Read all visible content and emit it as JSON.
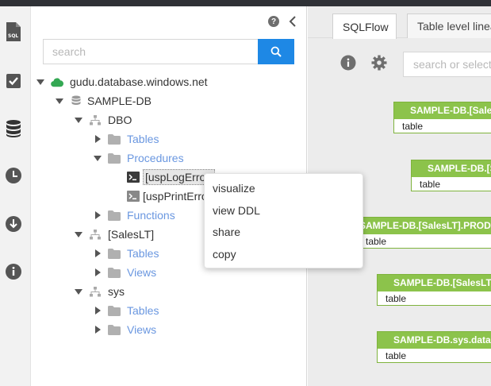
{
  "tree_panel": {
    "search_placeholder": "search",
    "nodes": [
      {
        "label": "gudu.database.windows.net"
      },
      {
        "label": "SAMPLE-DB"
      },
      {
        "label": "DBO"
      },
      {
        "label": "Tables"
      },
      {
        "label": "Procedures"
      },
      {
        "label": "[uspLogError]"
      },
      {
        "label": "[uspPrintError]"
      },
      {
        "label": "Functions"
      },
      {
        "label": "[SalesLT]"
      },
      {
        "label": "Tables"
      },
      {
        "label": "Views"
      },
      {
        "label": "sys"
      },
      {
        "label": "Tables"
      },
      {
        "label": "Views"
      }
    ]
  },
  "context_menu": {
    "items": [
      "visualize",
      "view DDL",
      "share",
      "copy"
    ]
  },
  "right_panel": {
    "tabs": [
      "SQLFlow",
      "Table level lineage"
    ],
    "search_placeholder": "search or select",
    "diagram_nodes": [
      {
        "title": "SAMPLE-DB.[SalesLT].",
        "type": "table"
      },
      {
        "title": "SAMPLE-DB.[SalesLT]",
        "type": "table"
      },
      {
        "title": "SAMPLE-DB.[SalesLT].PRODUCT",
        "type": "table"
      },
      {
        "title": "SAMPLE-DB.[SalesLT]",
        "type": "table"
      },
      {
        "title": "SAMPLE-DB.sys.database",
        "type": "table"
      }
    ]
  },
  "colors": {
    "accent_blue": "#1e88e5",
    "node_green": "#8cc34b",
    "cloud_green": "#34a853",
    "link_blue": "#6a97e0",
    "top_bar": "#2f3136"
  }
}
